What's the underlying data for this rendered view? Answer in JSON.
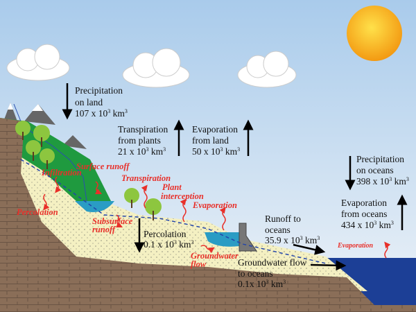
{
  "colors": {
    "sky_top": "#a9cbeb",
    "sky_bottom": "#eef3f8",
    "sun": "#f7b51c",
    "grass": "#1f9a3f",
    "sand": "#f4f0c2",
    "rock": "#8a6e58",
    "ocean": "#1c3f96",
    "lake": "#2a9cc4",
    "process_label": "#e8302a"
  },
  "flows": [
    {
      "id": "precip-land",
      "lines": [
        "Precipitation",
        "on land",
        "107 x 10",
        "3",
        " km",
        "3"
      ],
      "direction": "down"
    },
    {
      "id": "transpiration",
      "lines": [
        "Transpiration",
        "from plants",
        "21 x 10",
        "3",
        " km",
        "3"
      ],
      "direction": "up"
    },
    {
      "id": "evap-land",
      "lines": [
        "Evaporation",
        "from land",
        "50 x 10",
        "3",
        " km",
        "3"
      ],
      "direction": "up"
    },
    {
      "id": "precip-oceans",
      "lines": [
        "Precipitation",
        "on oceans",
        "398 x 10",
        "3",
        " km",
        "3"
      ],
      "direction": "down"
    },
    {
      "id": "evap-oceans",
      "lines": [
        "Evaporation",
        "from oceans",
        "434 x 10",
        "3",
        " km",
        "3"
      ],
      "direction": "up"
    },
    {
      "id": "runoff",
      "lines": [
        "Runoff  to",
        "oceans",
        "35.9 x 10",
        "3",
        " km",
        "3"
      ],
      "direction": "right"
    },
    {
      "id": "percolation",
      "lines": [
        "Percolation",
        "0.1 x 10",
        "3",
        " km",
        "3"
      ],
      "direction": "down"
    },
    {
      "id": "groundwater",
      "lines": [
        "Groundwater flow",
        "to oceans",
        "0.1x 10",
        "3",
        " km",
        "3"
      ],
      "direction": "right"
    }
  ],
  "processes": {
    "surface_runoff": "Surface runoff",
    "infiltration": "Infiltration",
    "transpiration": "Transpiration",
    "plant_interception": [
      "Plant",
      "interception"
    ],
    "evaporation_land": "Evaporation",
    "percolation": "Percolation",
    "subsurface_runoff": [
      "Subsurface",
      "runoff"
    ],
    "groundwater_flow": [
      "Groundwater",
      "flow"
    ],
    "evaporation_ocean": "Evaporation"
  }
}
